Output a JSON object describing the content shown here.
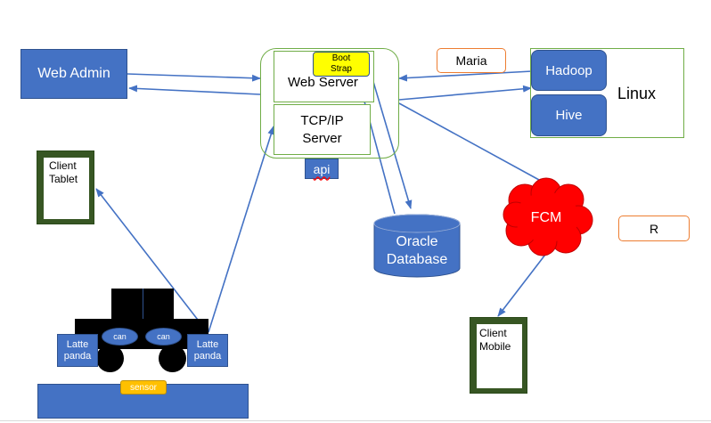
{
  "nodes": {
    "web_admin": "Web Admin",
    "boot_strap_line1": "Boot",
    "boot_strap_line2": "Strap",
    "web_server": "Web Server",
    "tcpip_line1": "TCP/IP",
    "tcpip_line2": "Server",
    "api": "api",
    "maria": "Maria",
    "hadoop": "Hadoop",
    "hive": "Hive",
    "linux": "Linux",
    "client_tablet_line1": "Client",
    "client_tablet_line2": "Tablet",
    "oracle_line1": "Oracle",
    "oracle_line2": "Database",
    "fcm": "FCM",
    "r": "R",
    "client_mobile_line1": "Client",
    "client_mobile_line2": "Mobile",
    "latte_left_line1": "Latte",
    "latte_left_line2": "panda",
    "latte_right_line1": "Latte",
    "latte_right_line2": "panda",
    "can_left": "can",
    "can_right": "can",
    "sensor": "sensor"
  },
  "colors": {
    "box_blue": "#4472c4",
    "box_border": "#2f528f",
    "group_green": "#70ad47",
    "tablet_frame": "#375623",
    "highlight_yellow": "#ffff00",
    "sensor_yellow": "#ffc000",
    "fcm_red": "#ff0000",
    "orange_outline": "#ed7d31",
    "vehicle_black": "#000000",
    "connector": "#4472c4"
  }
}
